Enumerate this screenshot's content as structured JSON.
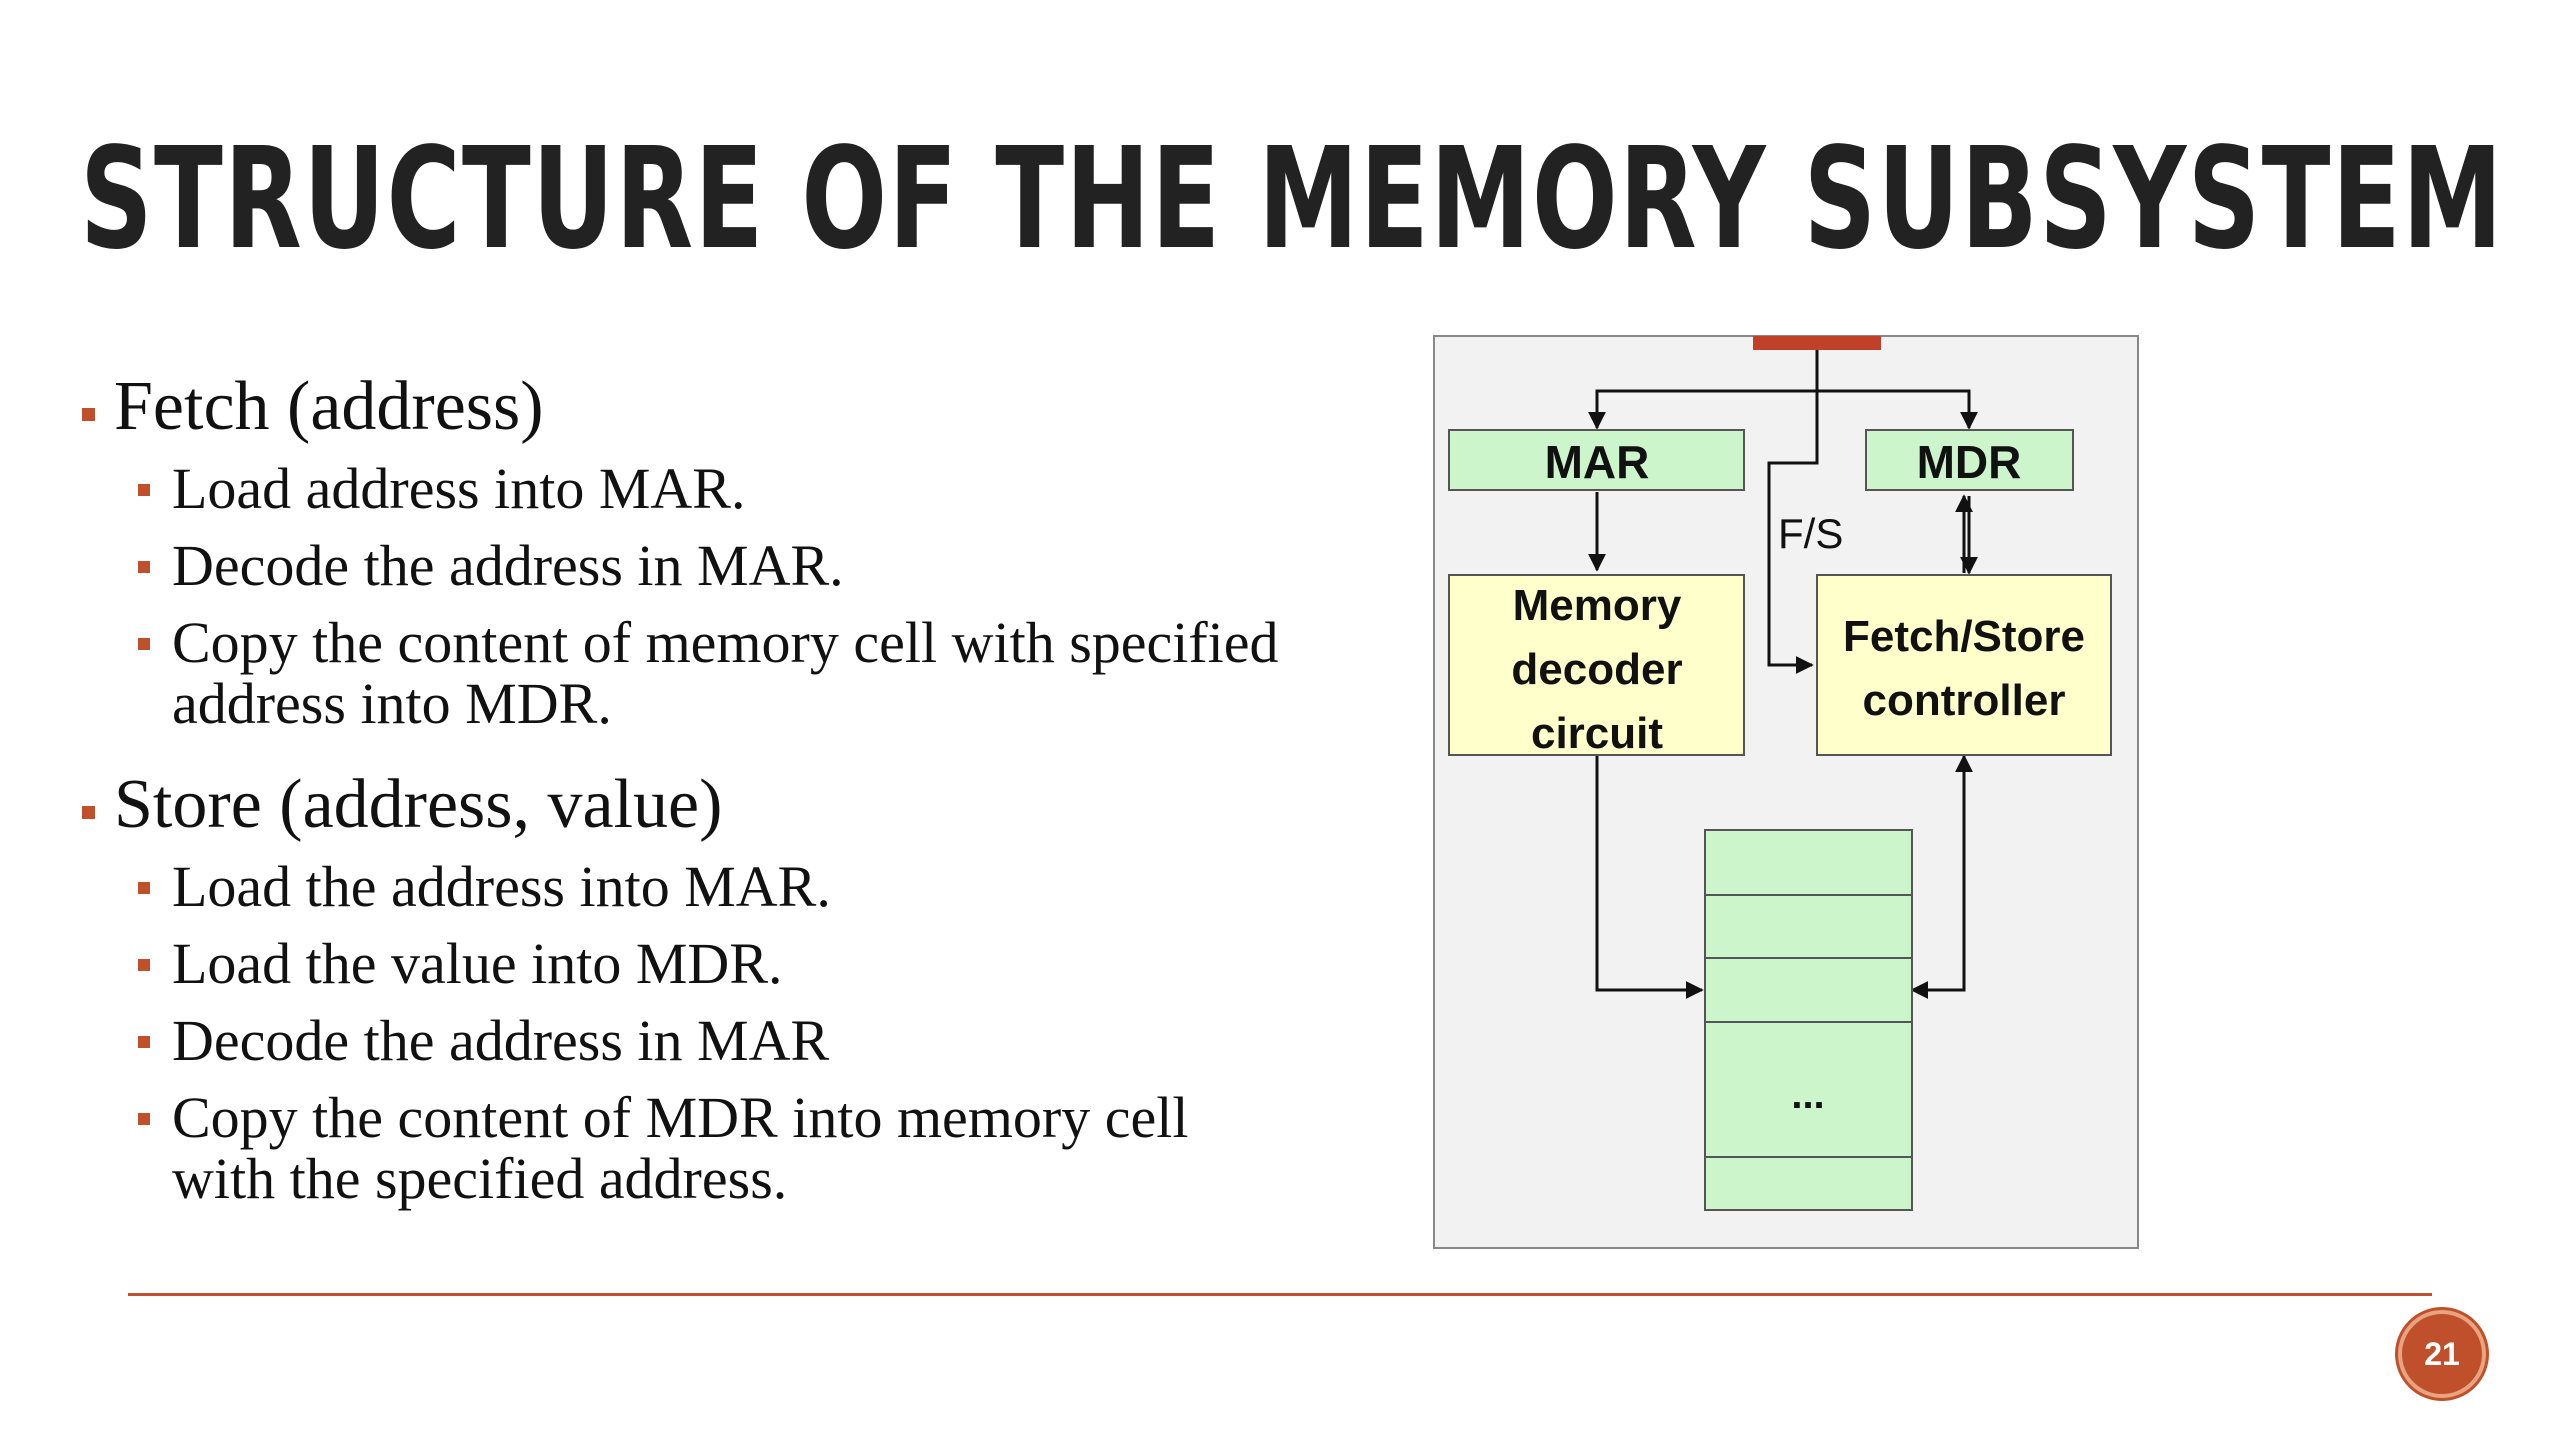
{
  "slide": {
    "title": "Structure of the Memory Subsystem",
    "page_number": "21"
  },
  "content": {
    "sections": [
      {
        "heading": "Fetch (address)",
        "items": [
          "Load address into MAR.",
          "Decode the address in MAR.",
          "Copy the content of memory cell with specified address into MDR."
        ]
      },
      {
        "heading": "Store (address, value)",
        "items": [
          "Load the address into MAR.",
          "Load the value into MDR.",
          "Decode the address in MAR",
          "Copy the content of MDR into memory cell with the specified address."
        ]
      }
    ]
  },
  "diagram": {
    "mar": "MAR",
    "mdr": "MDR",
    "fs": "F/S",
    "decoder": [
      "Memory",
      "decoder",
      "circuit"
    ],
    "controller": [
      "Fetch/Store",
      "controller"
    ],
    "memory_ellipsis": "...",
    "colors": {
      "register_fill": "#ccf5cc",
      "logic_fill": "#ffffcc",
      "panel_fill": "#f2f2f2",
      "bus_red": "#c0402a",
      "accent": "#c0502b"
    }
  }
}
